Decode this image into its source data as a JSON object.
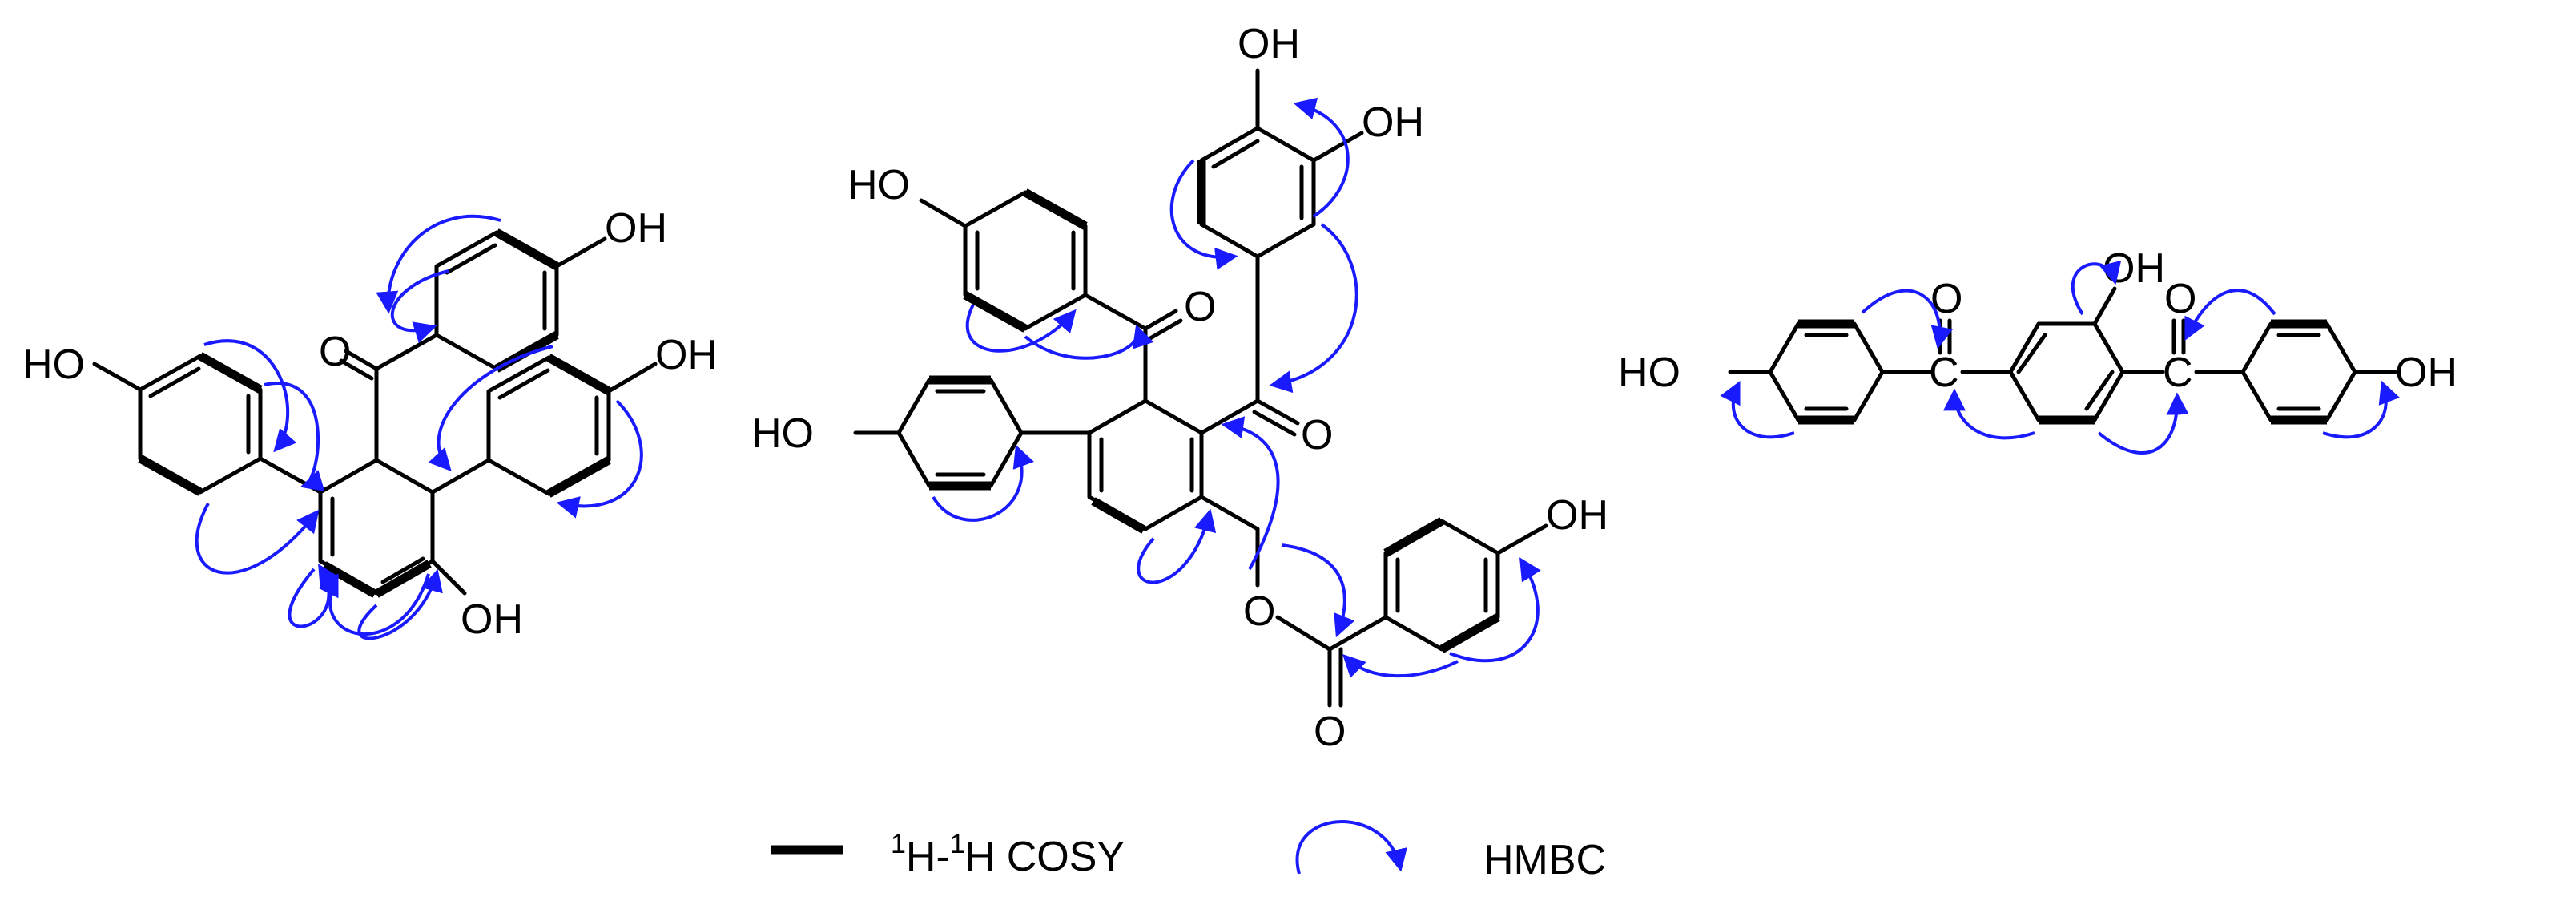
{
  "colors": {
    "bond": "#000000",
    "hmbc": "#1a1aff",
    "background": "#ffffff"
  },
  "compound1": {
    "oh_top": "OH",
    "oh_left": "HO",
    "oh_right": "OH",
    "oh_bottom": "OH",
    "carbonyl_o": "O"
  },
  "compound2": {
    "oh_top1": "OH",
    "oh_top2": "OH",
    "oh_left_top": "HO",
    "oh_left_mid": "HO",
    "oh_ester": "OH",
    "o_ketone1": "O",
    "o_ketone2": "O",
    "o_ester": "O",
    "o_ester_dbl": "O"
  },
  "compound3": {
    "oh_left": "HO",
    "oh_top": "OH",
    "oh_right": "OH",
    "o_left": "O",
    "o_right": "O",
    "c_left": "C",
    "c_right": "C"
  },
  "legend": {
    "cosy_sup1": "1",
    "cosy_h1": "H-",
    "cosy_sup2": "1",
    "cosy_h2": "H COSY",
    "hmbc_label": "HMBC"
  }
}
